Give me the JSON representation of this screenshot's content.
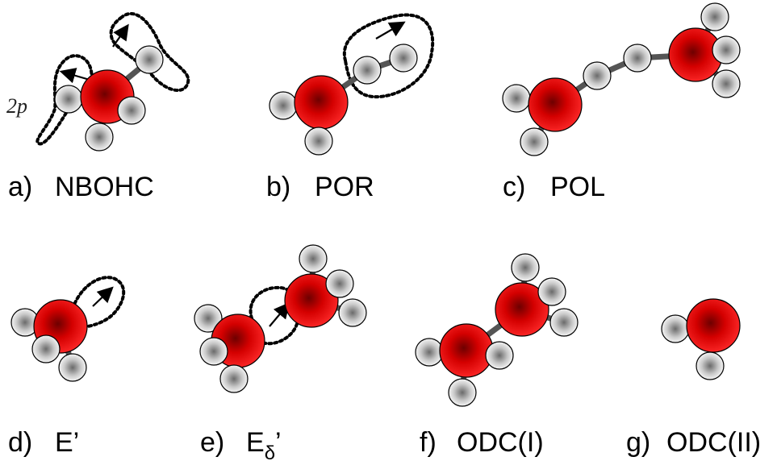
{
  "panels": {
    "a": {
      "letter": "a)",
      "name": "NBOHC",
      "orbital_note": "2p"
    },
    "b": {
      "letter": "b)",
      "name": "POR"
    },
    "c": {
      "letter": "c)",
      "name": "POL"
    },
    "d": {
      "letter": "d)",
      "name": "E’"
    },
    "e": {
      "letter": "e)",
      "name_base": "E",
      "name_sub": "δ",
      "name_suffix": "’"
    },
    "f": {
      "letter": "f)",
      "name": "ODC(I)"
    },
    "g": {
      "letter": "g)",
      "name": "ODC(II)"
    }
  },
  "colors": {
    "oxygen_center": "#7a0000",
    "oxygen_mid": "#e00000",
    "oxygen_edge": "#ff2a2a",
    "white_atom_center": "#7f7f7f",
    "white_atom_edge": "#ffffff"
  }
}
